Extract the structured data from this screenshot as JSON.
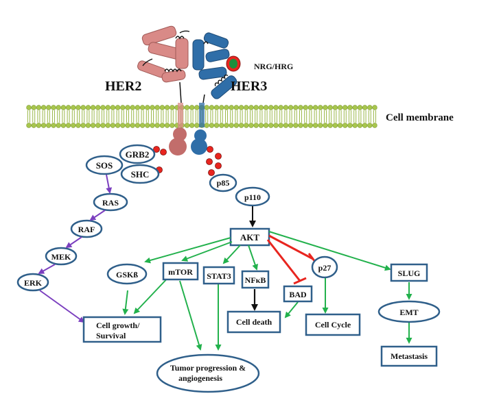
{
  "receptors": {
    "her2": "HER2",
    "her3": "HER3",
    "ligand": "NRG/HRG",
    "membrane": "Cell membrane"
  },
  "adaptors": {
    "grb2": "GRB2",
    "sos": "SOS",
    "shc": "SHC",
    "p85": "p85",
    "p110": "p110"
  },
  "mapk": {
    "ras": "RAS",
    "raf": "RAF",
    "mek": "MEK",
    "erk": "ERK"
  },
  "akt": "AKT",
  "targets": {
    "gsk": "GSKß",
    "mtor": "mTOR",
    "stat3": "STAT3",
    "nfkb": "NFκB",
    "p27": "p27",
    "bad": "BAD",
    "slug": "SLUG",
    "emt": "EMT"
  },
  "outcomes": {
    "growth_line1": "Cell growth/",
    "growth_line2": "Survival",
    "death": "Cell death",
    "cycle": "Cell Cycle",
    "tumor_line1": "Tumor progression &",
    "tumor_line2": "angiogenesis",
    "metastasis": "Metastasis"
  },
  "colors": {
    "box_stroke": "#2f5f8a",
    "activation_green": "#22b14c",
    "mapk_purple": "#7b3fbf",
    "inhibition_red": "#e8251f",
    "her2": "#d98a87",
    "her3": "#2f6ea8",
    "membrane": "#a8c64e"
  }
}
